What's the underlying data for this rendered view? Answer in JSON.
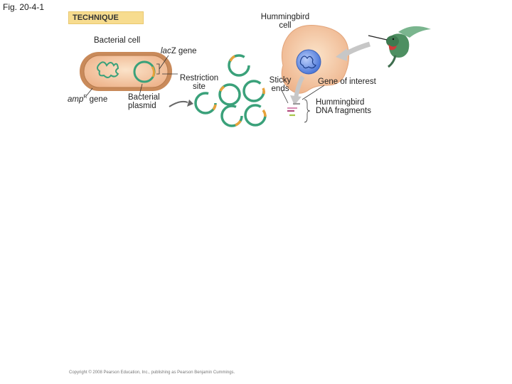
{
  "figure_label": "Fig. 20-4-1",
  "technique_label": "TECHNIQUE",
  "labels": {
    "hummingbird_cell_line1": "Hummingbird",
    "hummingbird_cell_line2": "cell",
    "bacterial_cell": "Bacterial cell",
    "lacz_gene_italic": "lac",
    "lacz_gene_rest": "Z gene",
    "restriction_site_line1": "Restriction",
    "restriction_site_line2": "site",
    "ampr_gene_italic": "amp",
    "ampr_gene_super": "R",
    "ampr_gene_rest": " gene",
    "bacterial_plasmid_line1": "Bacterial",
    "bacterial_plasmid_line2": "plasmid",
    "sticky_ends_line1": "Sticky",
    "sticky_ends_line2": "ends",
    "gene_of_interest": "Gene of interest",
    "hummingbird_dna_line1": "Hummingbird",
    "hummingbird_dna_line2": "DNA fragments"
  },
  "copyright": "Copyright © 2008 Pearson Education, Inc., publishing as Pearson Benjamin Cummings.",
  "colors": {
    "technique_bg": "#f7dc8f",
    "bacterial_cell_fill": "#f3c7a2",
    "plasmid_green": "#3aa17a",
    "plasmid_orange": "#e8a23a",
    "hummingbird_cell_fill": "#f6c8a3",
    "nucleus_blue": "#5a86e0"
  }
}
